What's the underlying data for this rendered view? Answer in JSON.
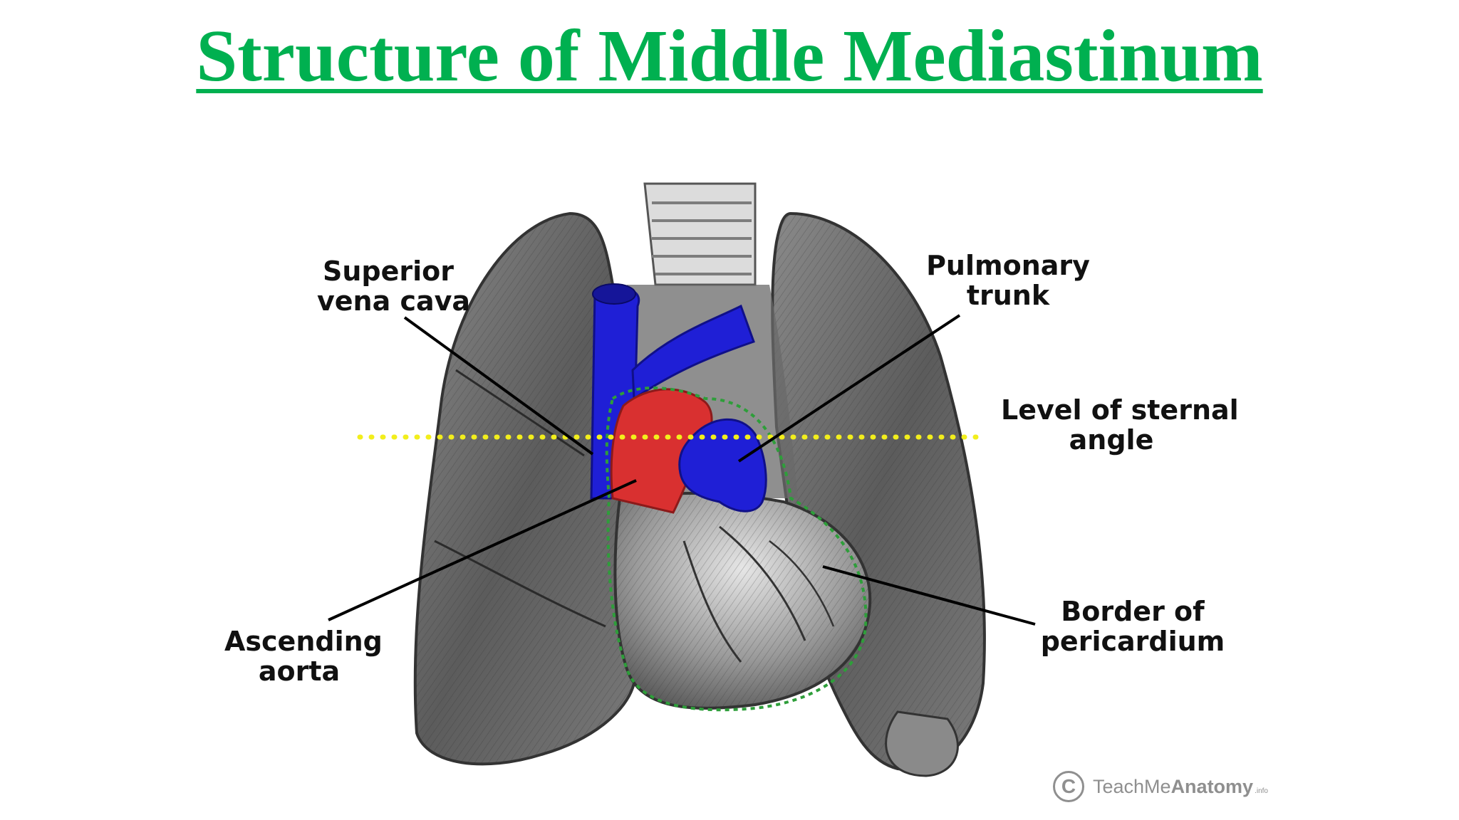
{
  "title": "Structure of Middle Mediastinum",
  "colors": {
    "title": "#00b050",
    "vein_blue": "#1f1fd6",
    "aorta_red": "#d93030",
    "sternal_line": "#f2ee1c",
    "pericardium_border": "#2e9e3a",
    "tissue_dark": "#5c5c5c",
    "tissue_light": "#cfcfcf",
    "watermark": "#8f8f8f"
  },
  "labels": {
    "svc": [
      "Superior",
      "vena cava"
    ],
    "pulmonary_trunk": [
      "Pulmonary",
      "trunk"
    ],
    "sternal_angle": [
      "Level of sternal",
      "angle"
    ],
    "ascending_aorta": [
      "Ascending",
      "aorta"
    ],
    "pericardium": [
      "Border of",
      "pericardium"
    ]
  },
  "watermark": {
    "symbol": "C",
    "name_light": "TeachMe",
    "name_bold": "Anatomy",
    "tld": ".info"
  }
}
